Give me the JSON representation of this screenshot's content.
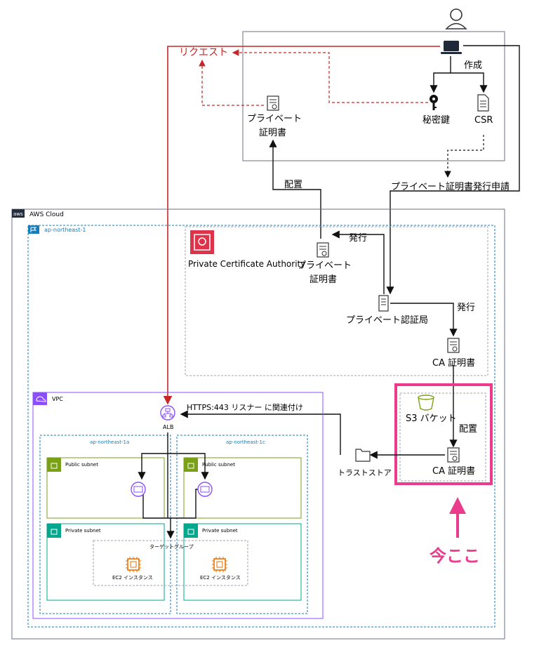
{
  "user_area": {
    "request_label": "リクエスト",
    "create_label": "作成",
    "private_key_label": "秘密鍵",
    "csr_label": "CSR",
    "cert_line1": "プライベート",
    "cert_line2": "証明書",
    "deploy_label": "配置",
    "apply_label": "プライベート証明書発行申請"
  },
  "aws": {
    "cloud_label": "AWS Cloud",
    "aws_logo": "aws",
    "region_label": "ap-northeast-1",
    "pca_label": "Private Certificate Authority",
    "issue_label": "発行",
    "cert_line1": "プライベート",
    "cert_line2": "証明書",
    "private_ca_label": "プライベート認証局",
    "issue_label2": "発行",
    "ca_cert_label": "CA 証明書",
    "s3_label": "S3 バケット",
    "deploy_label": "配置",
    "s3_ca_cert_label": "CA 証明書",
    "truststore_label": "トラストストア",
    "vpc_label": "VPC",
    "alb_label": "ALB",
    "listener_label": "HTTPS:443 リスナー に関連付け",
    "az1_label": "ap-northeast-1a",
    "az2_label": "ap-northeast-1c",
    "public_subnet_label": "Public subnet",
    "private_subnet_label": "Private subnet",
    "target_group_label": "ターゲットグループ",
    "ec2_label": "EC2 インスタンス"
  },
  "callout": {
    "text": "今ここ"
  },
  "colors": {
    "red": "#c62828",
    "pink": "#ea3b8c",
    "subnet_green": "#7aa116",
    "subnet_teal": "#01a88d",
    "vpc_purple": "#8c4fff",
    "region_blue": "#147eba",
    "s3_green": "#7aa116"
  }
}
